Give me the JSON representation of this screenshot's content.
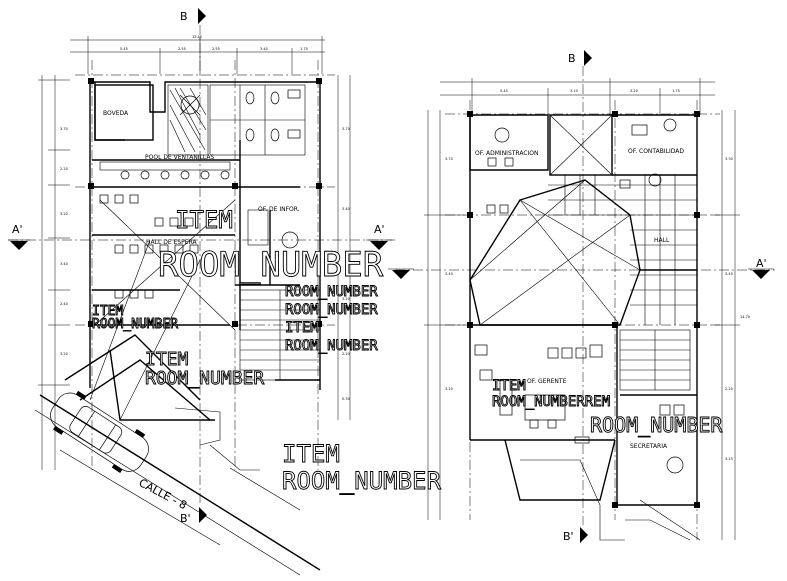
{
  "plan_left": {
    "rooms": {
      "boveda": "BOVEDA",
      "pool": "POOL DE VENTANILLAS",
      "informes": "OF. DE INFOR.",
      "hall": "HALL DE ESPERA"
    },
    "street": "CALLE - 8"
  },
  "plan_right": {
    "rooms": {
      "administracion": "OF. ADMINISTRACION",
      "contabilidad": "OF. CONTABILIDAD",
      "hall": "HALL",
      "gerente": "OF. GERENTE",
      "secretaria": "SECRETARIA"
    }
  },
  "section_marks": {
    "b_top": "B",
    "b_bottom": "B'",
    "a_left": "A'",
    "a_right": "A'"
  },
  "placeholders": {
    "item": "ITEM",
    "room_number": "ROOM_NUMBER",
    "room_number_alt": "ROOM_NUMBERREM"
  }
}
